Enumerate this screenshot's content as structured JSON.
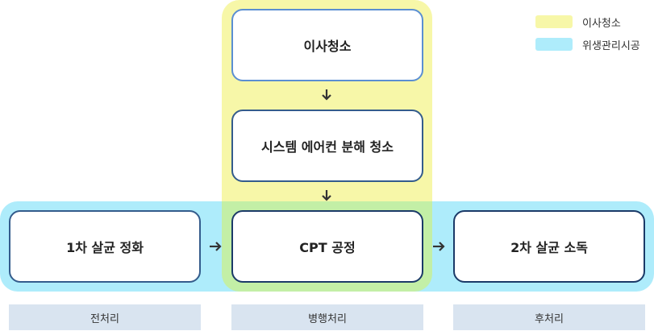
{
  "legend": [
    {
      "label": "이사청소",
      "color": "#f7f7a8"
    },
    {
      "label": "위생관리시공",
      "color": "#aeecfb"
    }
  ],
  "nodes": {
    "moving_clean": "이사청소",
    "aircon_clean": "시스템 에어컨 분해 청소",
    "first_sterilize": "1차 살균 정화",
    "cpt": "CPT 공정",
    "second_sterilize": "2차 살균 소독"
  },
  "phases": {
    "pre": "전처리",
    "parallel": "병행처리",
    "post": "후처리"
  },
  "colors": {
    "moving_band": "#f7f7a8",
    "hygiene_band": "#aeecfb",
    "phase_bar": "#d9e4f0"
  }
}
